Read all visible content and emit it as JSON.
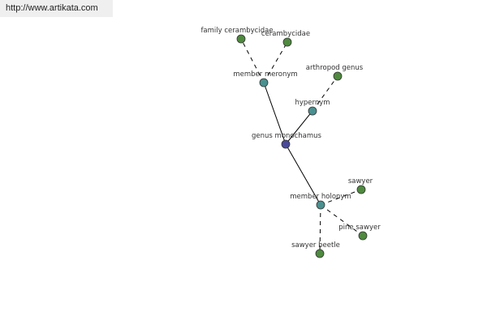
{
  "header": {
    "url": "http://www.artikata.com"
  },
  "graph": {
    "colors": {
      "leaf": "#4f8a3f",
      "relation": "#4a9090",
      "center": "#4a4a9a",
      "edge": "#000000",
      "stroke": "#333333"
    },
    "nodes": [
      {
        "id": "genus-monochamus",
        "label": "genus monochamus",
        "kind": "center"
      },
      {
        "id": "member-meronym",
        "label": "member meronym",
        "kind": "relation"
      },
      {
        "id": "hypernym",
        "label": "hypernym",
        "kind": "relation"
      },
      {
        "id": "member-holonym",
        "label": "member holonym",
        "kind": "relation"
      },
      {
        "id": "family-cerambycidae",
        "label": "family cerambycidae",
        "kind": "leaf"
      },
      {
        "id": "cerambycidae",
        "label": "cerambycidae",
        "kind": "leaf"
      },
      {
        "id": "arthropod-genus",
        "label": "arthropod genus",
        "kind": "leaf"
      },
      {
        "id": "sawyer",
        "label": "sawyer",
        "kind": "leaf"
      },
      {
        "id": "pine-sawyer",
        "label": "pine sawyer",
        "kind": "leaf"
      },
      {
        "id": "sawyer-beetle",
        "label": "sawyer beetle",
        "kind": "leaf"
      }
    ],
    "edges": [
      {
        "from": "genus-monochamus",
        "to": "member-meronym",
        "style": "solid"
      },
      {
        "from": "genus-monochamus",
        "to": "hypernym",
        "style": "solid"
      },
      {
        "from": "genus-monochamus",
        "to": "member-holonym",
        "style": "solid"
      },
      {
        "from": "member-meronym",
        "to": "family-cerambycidae",
        "style": "dashed"
      },
      {
        "from": "member-meronym",
        "to": "cerambycidae",
        "style": "dashed"
      },
      {
        "from": "hypernym",
        "to": "arthropod-genus",
        "style": "dashed"
      },
      {
        "from": "member-holonym",
        "to": "sawyer",
        "style": "dashed"
      },
      {
        "from": "member-holonym",
        "to": "pine-sawyer",
        "style": "dashed"
      },
      {
        "from": "member-holonym",
        "to": "sawyer-beetle",
        "style": "dashed"
      }
    ]
  }
}
